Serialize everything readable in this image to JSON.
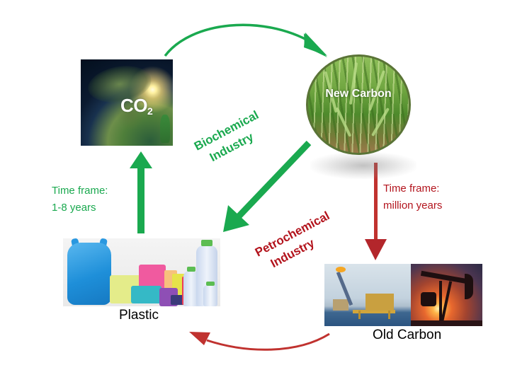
{
  "diagram": {
    "nodes": {
      "co2": {
        "label": "CO",
        "subscript": "2",
        "image": "earth-globe-image"
      },
      "new_carbon": {
        "label": "New Carbon",
        "image": "cornfield-image"
      },
      "plastic": {
        "label": "Plastic",
        "image": "plastic-products-image"
      },
      "old_carbon": {
        "label": "Old Carbon",
        "image": "oil-rig-and-pumpjack-image"
      }
    },
    "industries": {
      "biochemical": {
        "line1": "Biochemical",
        "line2": "Industry",
        "color": "#1aa94f"
      },
      "petrochemical": {
        "line1": "Petrochemical",
        "line2": "Industry",
        "color": "#b3141d"
      }
    },
    "time_frames": {
      "bio": {
        "line1": "Time frame:",
        "line2": "1-8 years",
        "color": "#1aa94f"
      },
      "petro": {
        "line1": "Time frame:",
        "line2": "million years",
        "color": "#b3141d"
      }
    },
    "arrows": [
      {
        "from": "co2",
        "to": "new_carbon",
        "color": "#1aa94f",
        "style": "curved"
      },
      {
        "from": "new_carbon",
        "to": "plastic",
        "color": "#1aa94f",
        "style": "straight"
      },
      {
        "from": "plastic",
        "to": "co2",
        "color": "#1aa94f",
        "style": "straight"
      },
      {
        "from": "new_carbon",
        "to": "old_carbon",
        "color": "#b3262b",
        "style": "straight"
      },
      {
        "from": "old_carbon",
        "to": "plastic",
        "color": "#c0322f",
        "style": "curved"
      }
    ]
  }
}
